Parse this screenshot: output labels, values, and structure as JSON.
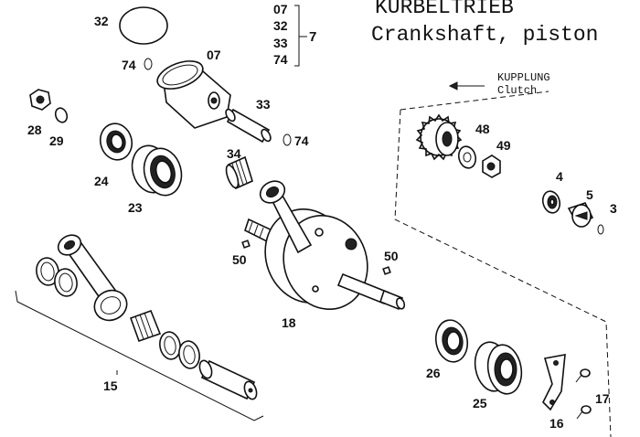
{
  "header": {
    "title_de": "KURBELTRIEB",
    "title_en": "Crankshaft, piston",
    "kit_codes": [
      "07",
      "32",
      "33",
      "74"
    ],
    "kit_number": "7"
  },
  "callout": {
    "label_de": "KUPPLUNG",
    "label_en": "Clutch"
  },
  "parts": {
    "p32": "32",
    "p74a": "74",
    "p07": "07",
    "p33": "33",
    "p74b": "74",
    "p28": "28",
    "p29": "29",
    "p24": "24",
    "p23": "23",
    "p34": "34",
    "p48": "48",
    "p49": "49",
    "p4": "4",
    "p5": "5",
    "p3": "3",
    "p50a": "50",
    "p50b": "50",
    "p18": "18",
    "p15": "15",
    "p26": "26",
    "p25": "25",
    "p17": "17",
    "p16": "16"
  }
}
